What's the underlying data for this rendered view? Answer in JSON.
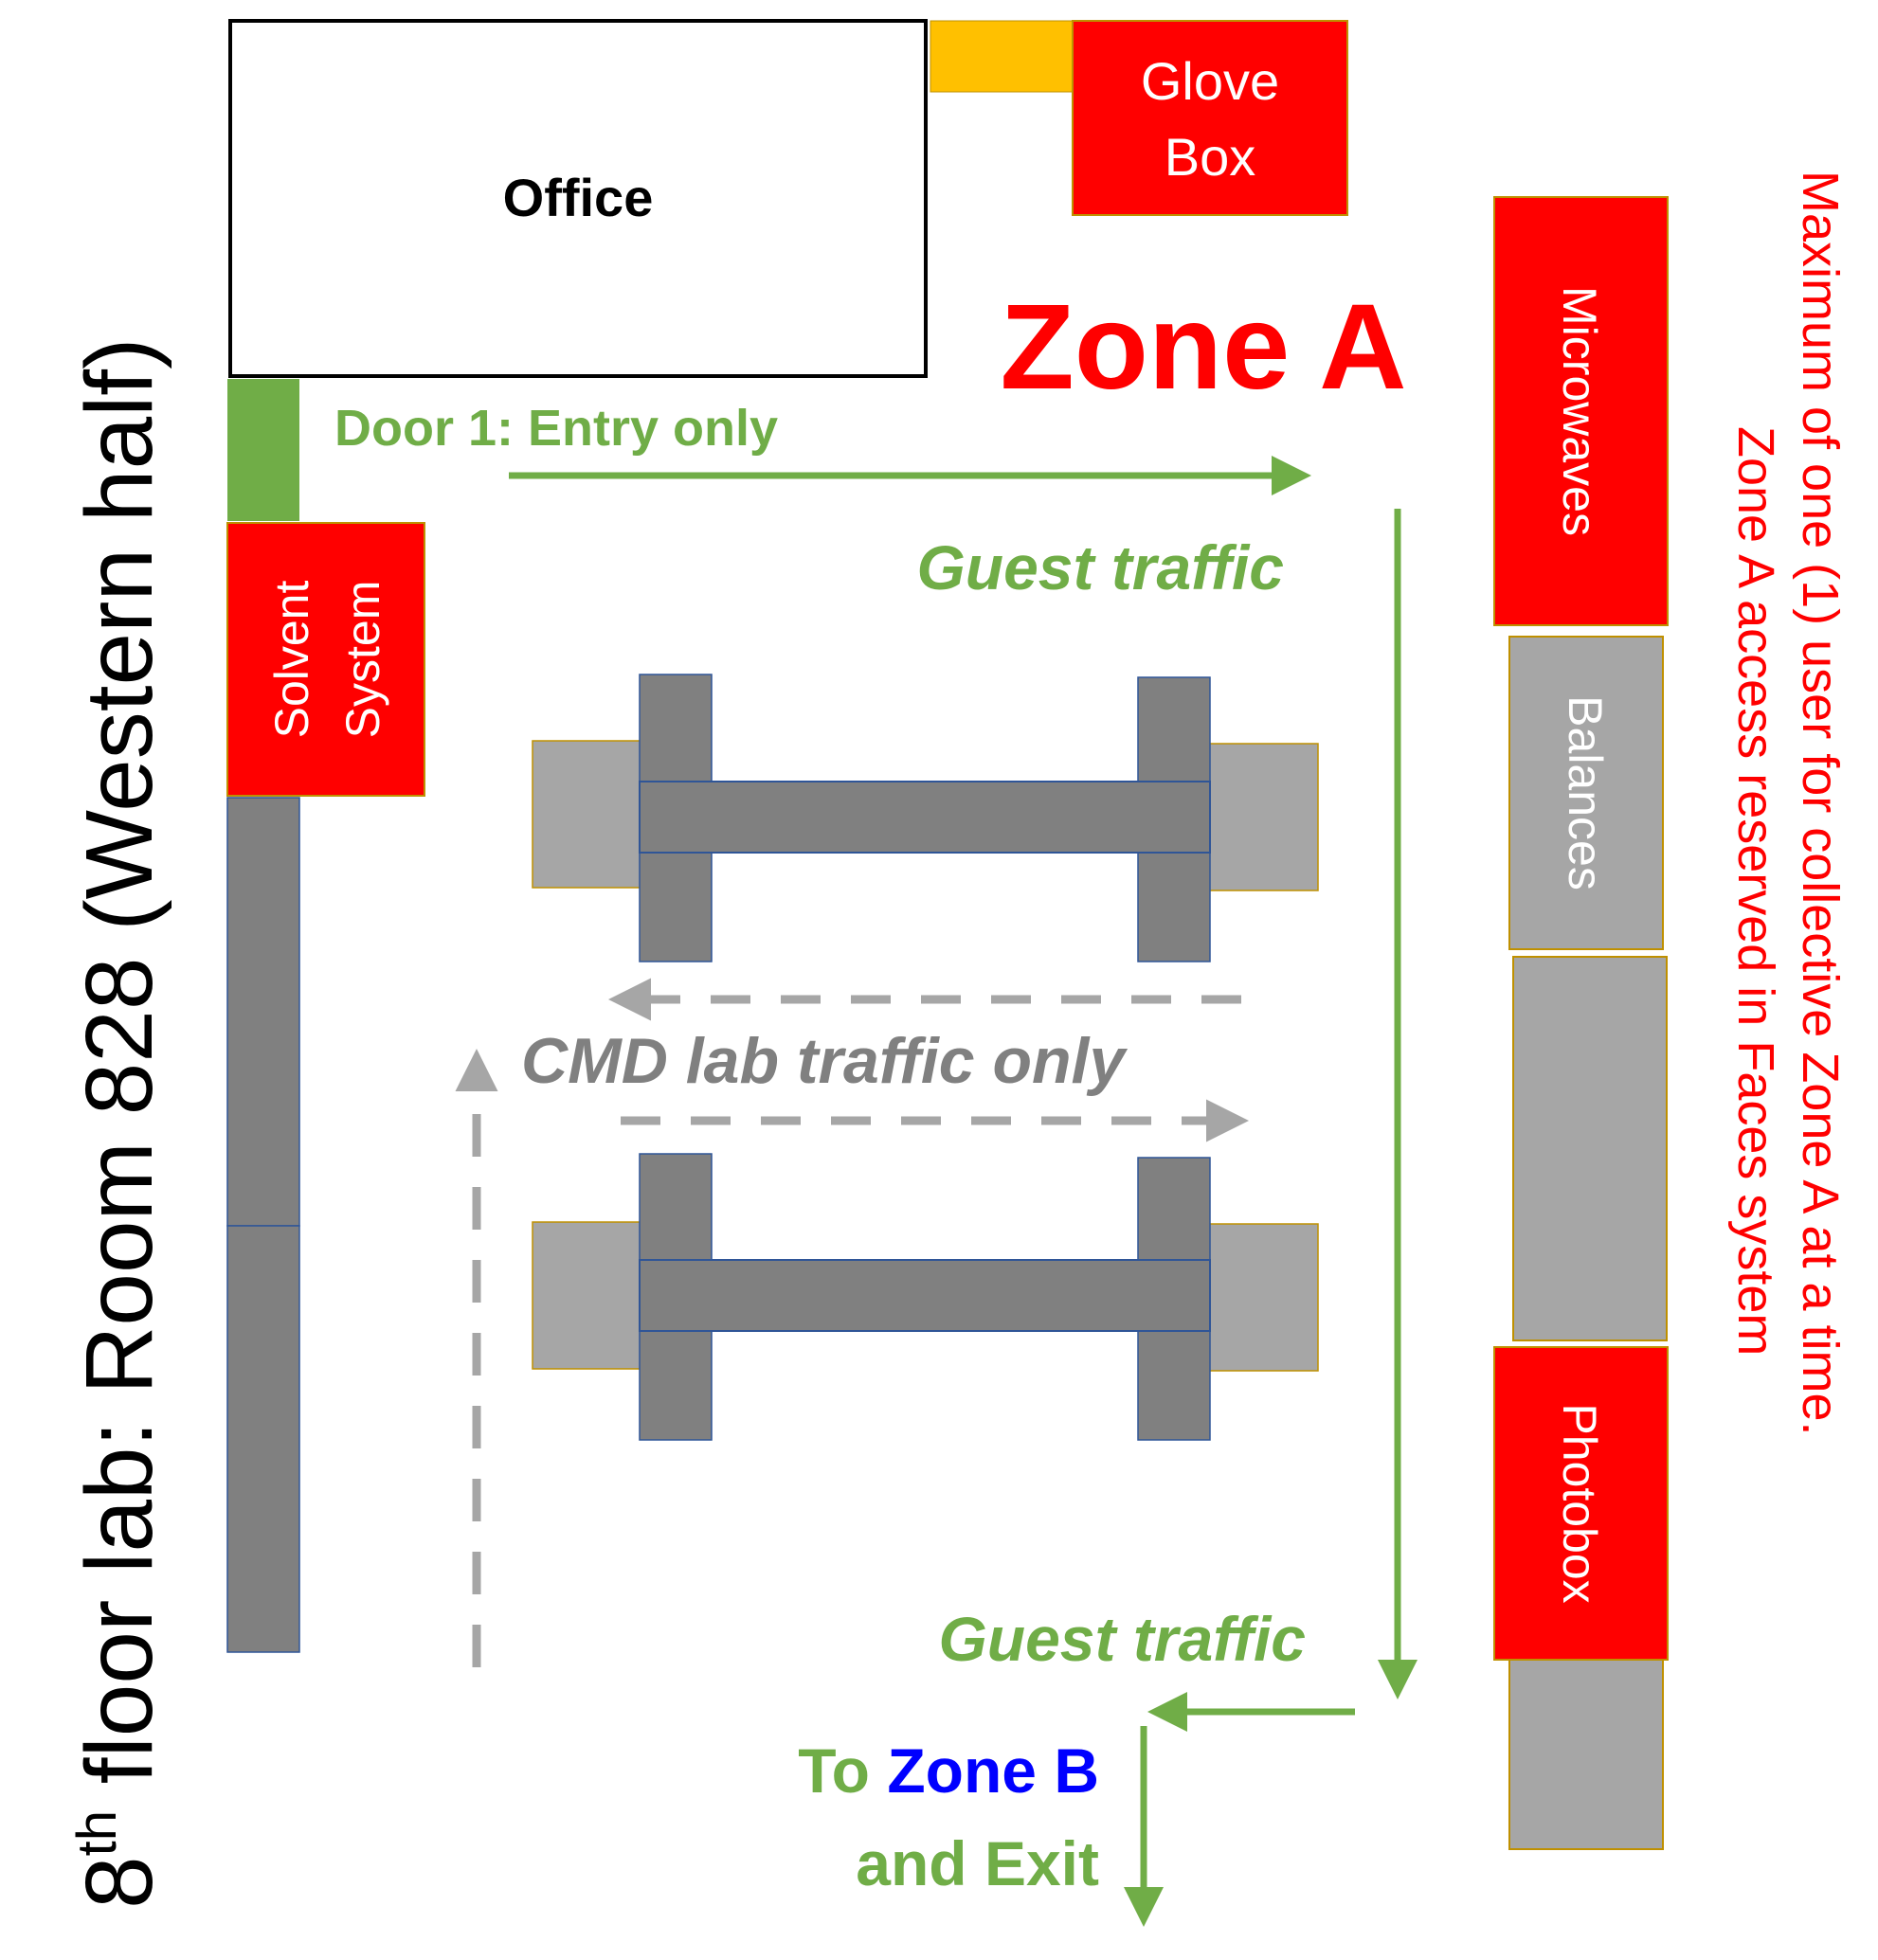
{
  "page_title": {
    "prefix": "8",
    "superscript": "th",
    "rest": " floor lab: Room 828 (Western half)"
  },
  "zone_title": "Zone A",
  "rooms": {
    "office": "Office",
    "glove_box_line1": "Glove",
    "glove_box_line2": "Box",
    "solvent_line1": "Solvent",
    "solvent_line2": "System",
    "microwaves": "Microwaves",
    "balances": "Balances",
    "photobox": "Photobox"
  },
  "traffic": {
    "door_entry": "Door 1: Entry only",
    "guest_top": "Guest traffic",
    "guest_bottom": "Guest traffic",
    "cmd_only": "CMD lab traffic only",
    "exit_to": "To ",
    "exit_zone": "Zone B",
    "exit_and": "and Exit"
  },
  "notice": {
    "line1": "Maximum of one (1) user for collective Zone A at a time.",
    "line2": "Zone A access reserved in Faces system"
  },
  "colors": {
    "red": "#ff0000",
    "green": "#70ad47",
    "blue": "#0000ff",
    "dark_gray": "#808080",
    "light_gray": "#a6a6a6",
    "orange": "#ffc000"
  }
}
